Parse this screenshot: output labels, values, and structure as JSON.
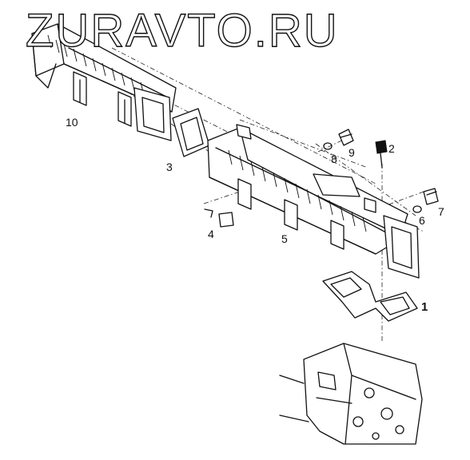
{
  "watermark": "ZURAVTO.RU",
  "callouts": {
    "c1": "1",
    "c2": "2",
    "c3": "3",
    "c4": "4",
    "c5": "5",
    "c6": "6",
    "c7": "7",
    "c8": "8",
    "c9": "9",
    "c10": "10"
  }
}
